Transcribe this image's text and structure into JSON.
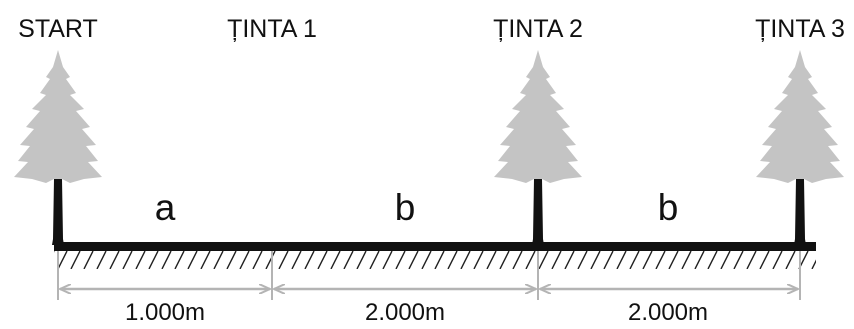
{
  "labels": {
    "start": "START",
    "target1": "ȚINTA 1",
    "target2": "ȚINTA 2",
    "target3": "ȚINTA 3"
  },
  "segments": {
    "a": "a",
    "b1": "b",
    "b2": "b"
  },
  "distances": {
    "d1": "1.000m",
    "d2": "2.000m",
    "d3": "2.000m"
  },
  "colors": {
    "ground": "#111111",
    "tree_foliage": "#c4c4c4",
    "trunk": "#111111",
    "dimension": "#b4b4b4"
  }
}
